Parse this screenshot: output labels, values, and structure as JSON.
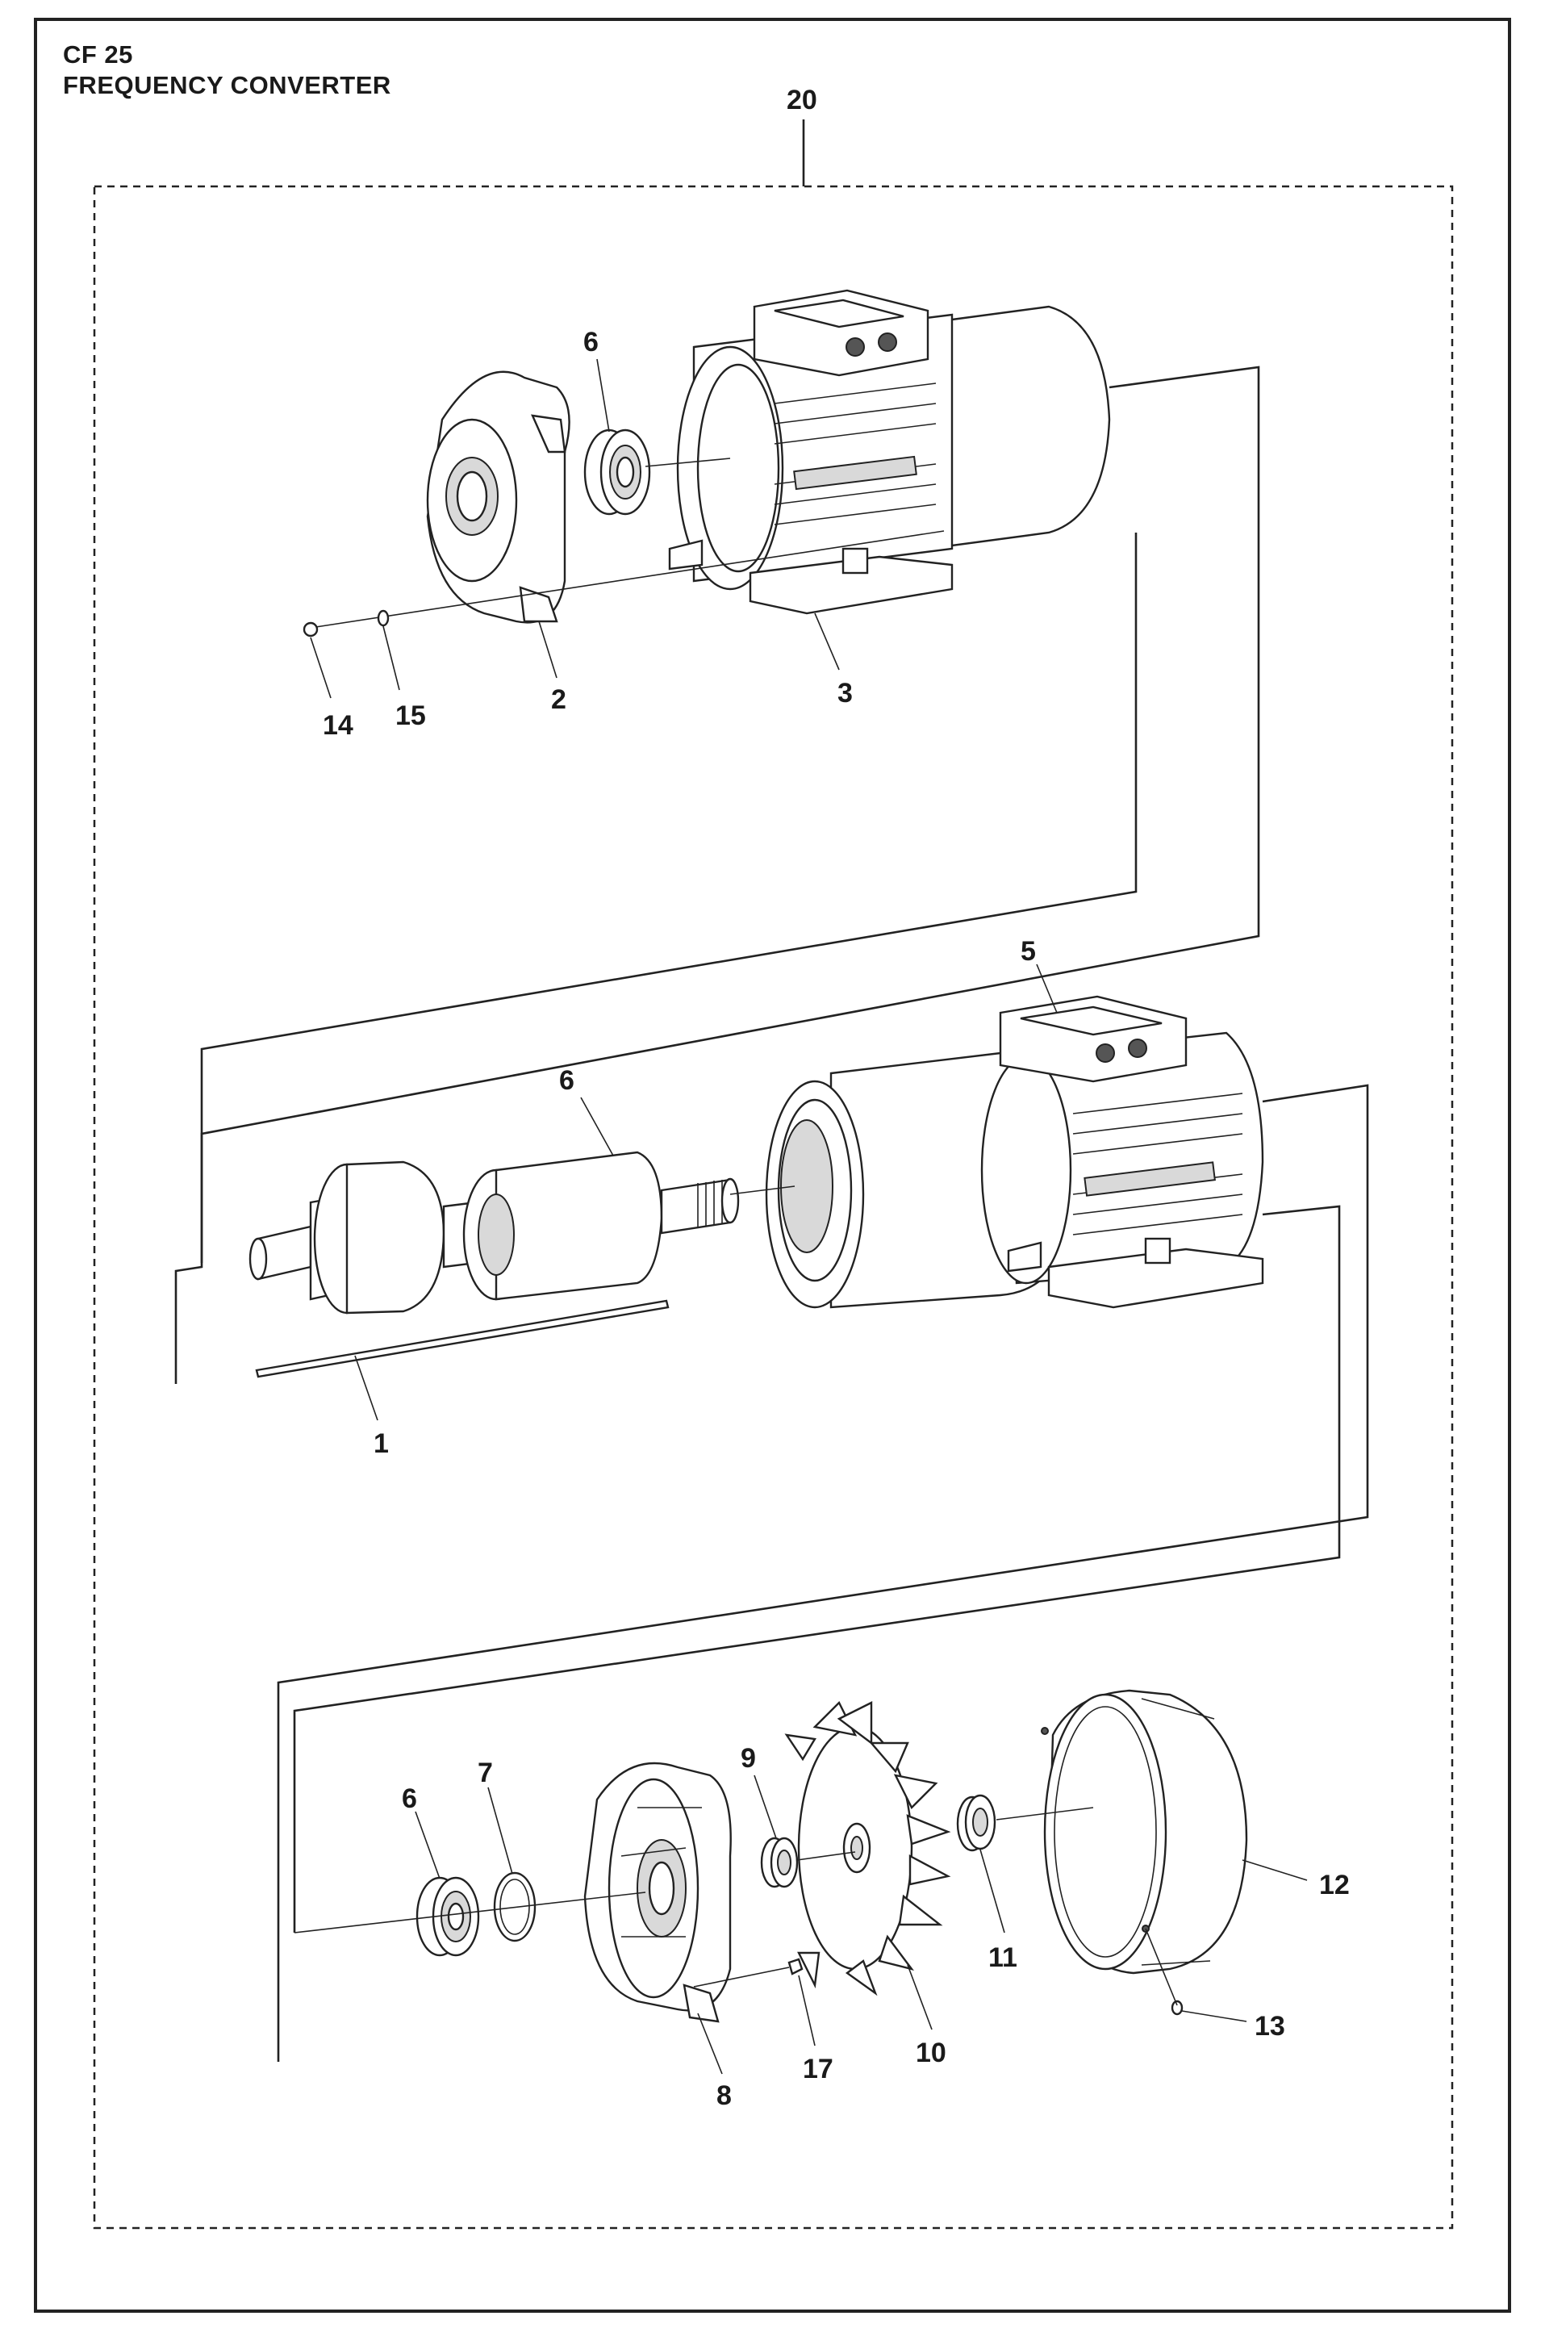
{
  "header": {
    "model": "CF 25",
    "subtitle": "FREQUENCY CONVERTER"
  },
  "callouts": {
    "c20": "20",
    "c6a": "6",
    "c2": "2",
    "c3": "3",
    "c14": "14",
    "c15": "15",
    "c5": "5",
    "c6b": "6",
    "c1": "1",
    "c6c": "6",
    "c7": "7",
    "c9": "9",
    "c12": "12",
    "c11": "11",
    "c13": "13",
    "c8": "8",
    "c17": "17",
    "c10": "10"
  },
  "colors": {
    "line": "#222222",
    "background": "#ffffff"
  }
}
